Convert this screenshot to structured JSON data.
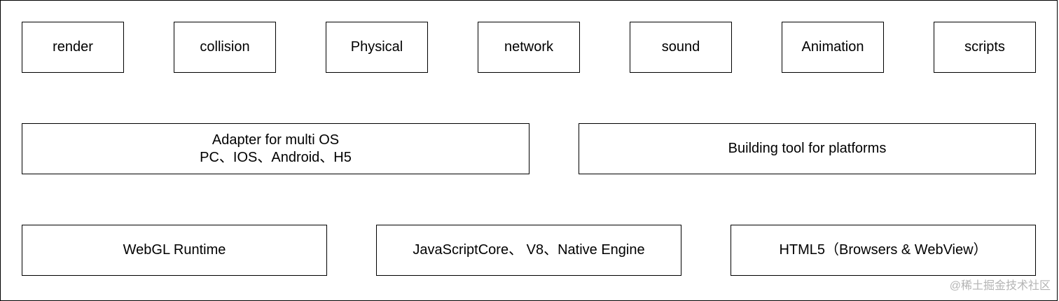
{
  "modules": [
    {
      "label": "render"
    },
    {
      "label": "collision"
    },
    {
      "label": "Physical"
    },
    {
      "label": "network"
    },
    {
      "label": "sound"
    },
    {
      "label": "Animation"
    },
    {
      "label": "scripts"
    }
  ],
  "adapter": {
    "line1": "Adapter for multi OS",
    "line2": "PC、IOS、Android、H5"
  },
  "building_tool": {
    "label": "Building tool for platforms"
  },
  "runtimes": [
    {
      "label": "WebGL Runtime"
    },
    {
      "label": "JavaScriptCore、 V8、Native Engine"
    },
    {
      "label": "HTML5（Browsers & WebView）"
    }
  ],
  "watermark": "@稀土掘金技术社区"
}
